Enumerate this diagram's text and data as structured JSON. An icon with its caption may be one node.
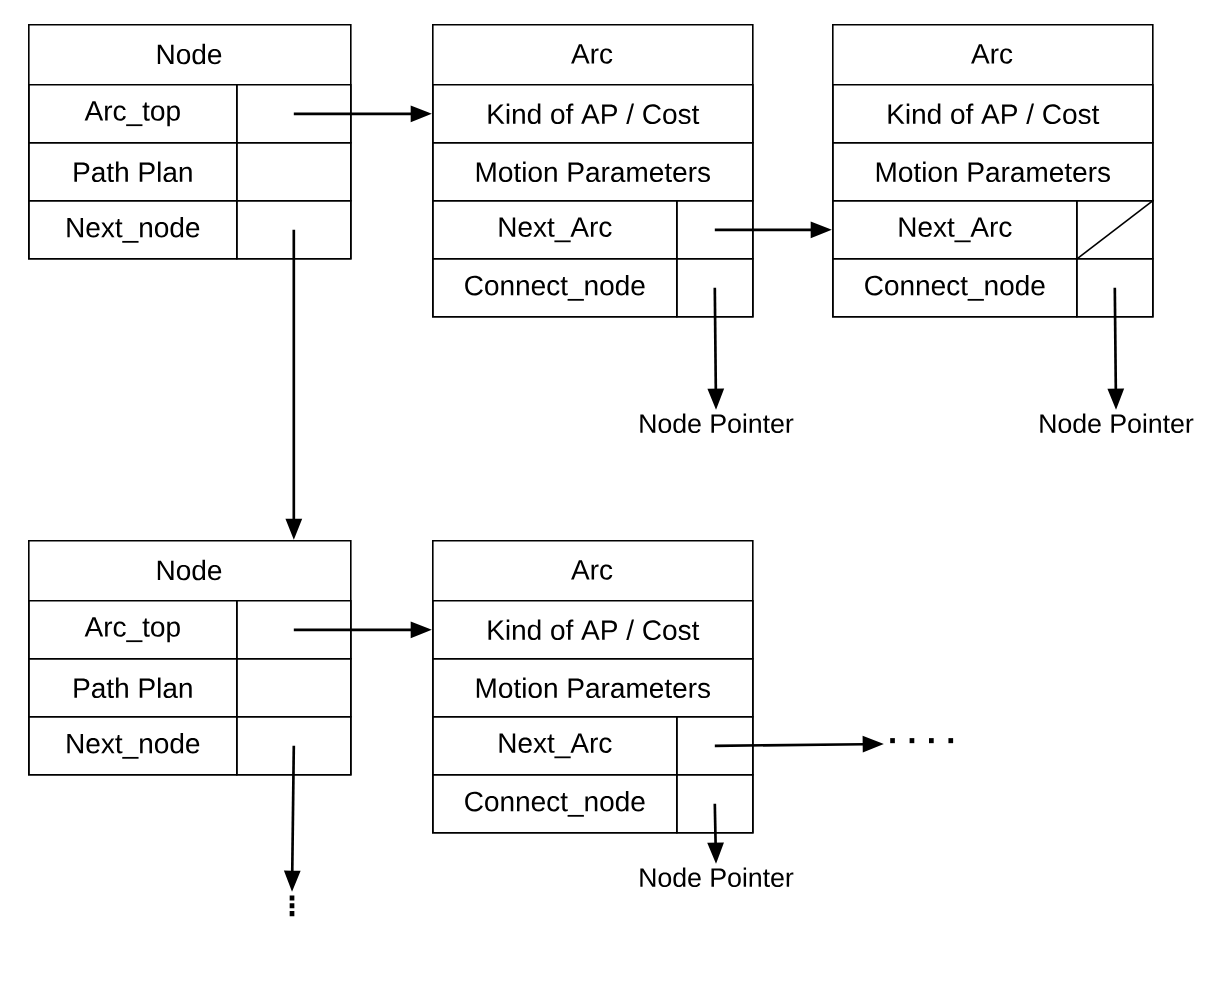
{
  "diagram": {
    "nodes": [
      {
        "text": [
          "Node"
        ]
      },
      {
        "text": [
          "Arc_top"
        ],
        "in": 0
      },
      {
        "text": [],
        "shape": "box",
        "in": 0
      },
      {
        "text": [
          "Path Plan"
        ],
        "in": 0
      },
      {
        "text": [],
        "shape": "box",
        "in": 0
      },
      {
        "text": [
          "Next_node"
        ],
        "in": 0
      },
      {
        "text": [],
        "shape": "box",
        "in": 0
      },
      {
        "text": [
          "Arc"
        ]
      },
      {
        "text": [
          "Kind of AP / Cost"
        ],
        "in": 7
      },
      {
        "text": [
          "Motion Parameters"
        ],
        "in": 7
      },
      {
        "text": [
          "Next_Arc"
        ],
        "in": 7
      },
      {
        "text": [],
        "shape": "box",
        "in": 7
      },
      {
        "text": [
          "Connect_node"
        ],
        "in": 7
      },
      {
        "text": [],
        "shape": "box",
        "in": 7
      },
      {
        "text": [
          "Node Pointer"
        ]
      },
      {
        "text": [
          "Arc"
        ]
      },
      {
        "text": [
          "Kind of AP / Cost"
        ],
        "in": 15
      },
      {
        "text": [
          "Motion Parameters"
        ],
        "in": 15
      },
      {
        "text": [
          "Next_Arc"
        ],
        "in": 15
      },
      {
        "text": [],
        "shape": "box",
        "in": 15
      },
      {
        "text": [
          "Connect_node"
        ],
        "in": 15
      },
      {
        "text": [],
        "shape": "box",
        "in": 15
      },
      {
        "text": [
          "Node Pointer"
        ]
      },
      {
        "text": [
          "Node"
        ]
      },
      {
        "text": [
          "Arc_top"
        ],
        "in": 23
      },
      {
        "text": [],
        "shape": "box",
        "in": 23
      },
      {
        "text": [
          "Path Plan"
        ],
        "in": 23
      },
      {
        "text": [],
        "shape": "box",
        "in": 23
      },
      {
        "text": [
          "Next_node"
        ],
        "in": 23
      },
      {
        "text": [],
        "shape": "box",
        "in": 23
      },
      {
        "text": [
          "Arc"
        ]
      },
      {
        "text": [
          "Kind of AP / Cost"
        ],
        "in": 30
      },
      {
        "text": [
          "Motion Parameters"
        ],
        "in": 30
      },
      {
        "text": [
          "Next_Arc"
        ],
        "in": 30
      },
      {
        "text": [],
        "shape": "box",
        "in": 30
      },
      {
        "text": [
          "Connect_node"
        ],
        "in": 30
      },
      {
        "text": [],
        "shape": "box",
        "in": 30
      },
      {
        "text": [
          "Node Pointer"
        ]
      },
      {
        "text": [
          "· · · ·"
        ]
      },
      {
        "text": [
          "⋮"
        ]
      }
    ],
    "edges": [
      {
        "from": 2,
        "to": 7,
        "arrow": "to"
      },
      {
        "from": 6,
        "to": 23,
        "arrow": "to"
      },
      {
        "from": 11,
        "to": 15,
        "arrow": "to"
      },
      {
        "from": 13,
        "to": 14,
        "arrow": "to"
      },
      {
        "from": 21,
        "to": 22,
        "arrow": "to"
      },
      {
        "from": 25,
        "to": 30,
        "arrow": "to"
      },
      {
        "from": 29,
        "to": 39,
        "arrow": "to"
      },
      {
        "from": 34,
        "to": 38,
        "arrow": "to"
      },
      {
        "from": 36,
        "to": 37,
        "arrow": "to"
      }
    ]
  }
}
